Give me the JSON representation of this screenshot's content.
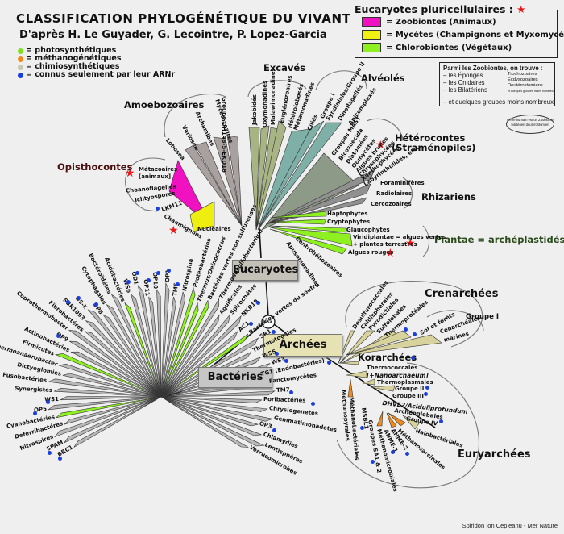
{
  "header": {
    "title": "CLASSIFICATION PHYLOGÉNÉTIQUE DU VIVANT",
    "subtitle": "D'après H. Le Guyader, G. Lecointre, P. Lopez-Garcia"
  },
  "legend_metabolism": [
    {
      "color": "#7ee01e",
      "label": "= photosynthétiques"
    },
    {
      "color": "#f08a1c",
      "label": "= méthanogénétiques"
    },
    {
      "color": "#c8c8b0",
      "label": "= chimiosynthétiques"
    },
    {
      "color": "#1a3fe0",
      "label": "= connus seulement par leur ARNr"
    }
  ],
  "legend_eucaryotes": {
    "header": "Eucaryotes pluricellulaires :",
    "star_color": "#e81818",
    "items": [
      {
        "color": "#f012c0",
        "label": "= Zoobiontes (Animaux)"
      },
      {
        "color": "#f0f012",
        "label": "= Mycètes (Champignons et Myxomycètes)"
      },
      {
        "color": "#8ef020",
        "label": "= Chlorobiontes (Végétaux)"
      }
    ]
  },
  "zoobiontes_box": {
    "title": "Parmi les Zoobiontes, on trouve :",
    "items": [
      "– les Éponges",
      "– les Cnidaires",
      "– les Bilatériens"
    ],
    "bilateriens_sub": [
      "Trochozoaires",
      "Ecdysozoaires",
      "Deutérostomiens",
      "et quelques groupes moins nombreux"
    ],
    "footer": "– et quelques groupes moins nombreux"
  },
  "human_note": "L'être humain est un Zoobionte bilatérien deutérostomien",
  "roots": {
    "luca": "Luca",
    "eucaryotes": "Eucaryotes",
    "archees": "Archées",
    "bacteries": "Bactéries"
  },
  "eucaryote_groups": {
    "excaves": "Excavés",
    "alveoles": "Alvéolés",
    "amoebozoaires": "Amoebozoaires",
    "opisthocontes": "Opisthocontes",
    "heterocontes": "Hétérocontes",
    "heterocontes_alt": "(Straménopiles)",
    "rhizariens": "Rhizariens",
    "plantae": "Plantae = archéplastidés"
  },
  "eucaryote_taxa": {
    "groupe_dh": "Groupe DH148-5-EKD18",
    "excaves": [
      "Jakobidés",
      "Oxymonadines",
      "Malawimonadines",
      "Euglénozoaires",
      "Hétérolobosés",
      "Métamonadines"
    ],
    "alveoles": [
      "Ciliés",
      "Groupe I",
      "Syndiniales/Groupe II",
      "Dinoflagellés",
      "Apicomplexés"
    ],
    "heterocontes": [
      "Groupes MAST",
      "Bicosoecida",
      "Diatomées",
      "Oomycètes",
      "Algues brunes",
      "Chrysophycées",
      "Xanthophycées",
      "Labyrinthulides, etc."
    ],
    "rhizariens": [
      "Foraminifères",
      "Radiolaires",
      "Cercozoaires"
    ],
    "plantae_other": [
      "Haptophytes",
      "Cryptophytes"
    ],
    "plantae": [
      "Glaucophytes",
      "Viridiplantae = algues vertes",
      "+ plantes terrestres",
      "Algues rouges"
    ],
    "misc": [
      "Centrohéliozoaires",
      "Apusomonadines"
    ],
    "amoebozoaires": [
      "Lobosea",
      "Variosea",
      "Archamibes",
      "Mycétozoaires"
    ],
    "opisthocontes": [
      "Métazoaires",
      "[animaux]",
      "Choanoflagellés",
      "Ichtyosporés",
      "LKM11",
      "Champignons",
      "Nucléaires"
    ]
  },
  "bacteria_taxa": {
    "top": [
      "Acidobactéries",
      "WS6",
      "OD1",
      "OP11",
      "OP10",
      "OP1",
      "TM6",
      "Nitrospina",
      "Proteobactéries"
    ],
    "left": [
      "Bactéroïdétes",
      "Cytophagales",
      "OP8",
      "OS-K",
      "SBR1093",
      "Fibrobactéres",
      "Coprothermobacter",
      "OP9",
      "Actinobactéries",
      "Firmicutes",
      "Thermoanaerobacter",
      "Dictyoglomies",
      "Fusobactéries",
      "Synergistes",
      "WS1",
      "OP5",
      "Cyanobactéries",
      "Deferribactéres",
      "Nitrospires",
      "SPAM",
      "BRC1"
    ],
    "bottom": [
      "Verrucomicrobes",
      "Lentisphères",
      "Chlamydies",
      "OP3",
      "Gemmatimonadetes",
      "Chrysiogenetes",
      "Poribactéries",
      "TM7",
      "Fanctomycètes",
      "TG1 (Endobactéries)",
      "WS3",
      "WS5",
      "Thermotogales",
      "SR1",
      "Bactéries vertes du soufre",
      "AC1",
      "NKB19",
      "Spirochétes",
      "Aquificales",
      "Thermodesulfobacterium",
      "Bactéries vertes non sulfureuses",
      "Thermus/Deinococcus"
    ]
  },
  "archaea_groups": {
    "crenarchees": "Crenarchées",
    "groupe1": "Groupe I",
    "korarchees": "Korarchées",
    "euryarchees": "Euryarchées"
  },
  "archaea_taxa": {
    "crenarchees": [
      "Desulfurococcales",
      "Caldisphérales",
      "Pyrodictiales",
      "Sulfolobales",
      "Thermoprotéales",
      "Sol et forêts",
      "Cenarchéales",
      "marines"
    ],
    "euryarchees": [
      "Thermococcales",
      "[+Nanoarchaeum]",
      "Thermoplasmales",
      "Groupe II",
      "Groupe III",
      "DHVE2/Aciduliprofundum",
      "Archéoglobales",
      "Groupe IV",
      "Halobactériales",
      "Méthanosarcinales",
      "ANME-2",
      "ANME-1",
      "Méthanomicrobiales",
      "Groupes SA1 & 2",
      "MSBL1",
      "Méthanobactériales",
      "Méthanopyrales"
    ]
  },
  "credit": "Spiridon Ion Cepleanu - Mer Nature"
}
